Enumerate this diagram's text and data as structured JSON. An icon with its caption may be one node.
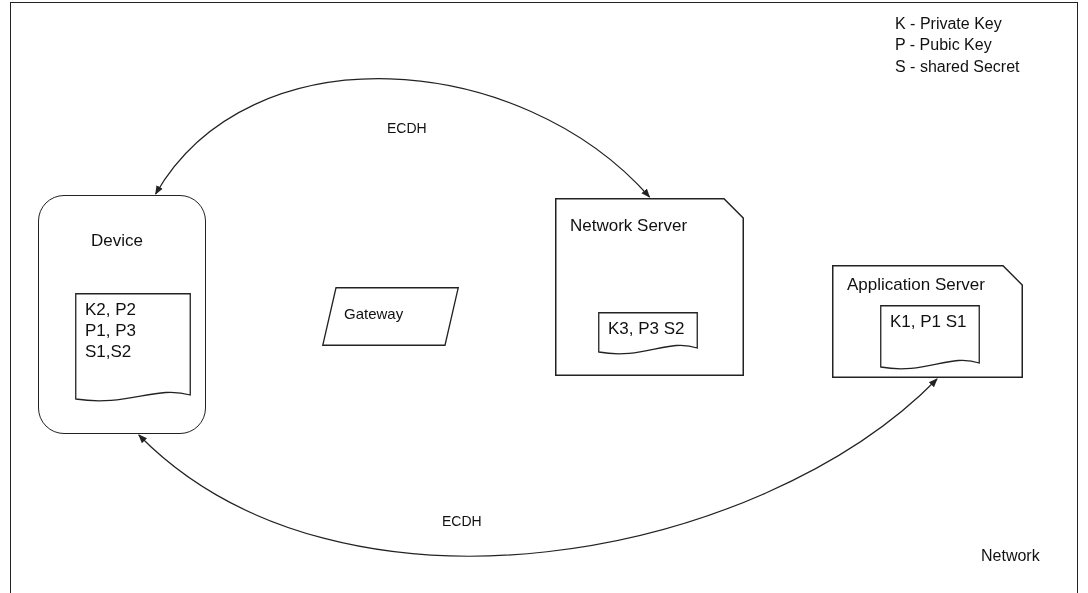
{
  "diagram": {
    "nodes": [
      {
        "text": [
          "Device"
        ]
      },
      {
        "text": [
          "K2, P2 P1, P3 S1,S2"
        ],
        "in": 0
      },
      {
        "text": [
          "Gateway"
        ]
      },
      {
        "text": [
          "Network Server"
        ]
      },
      {
        "text": [
          "K3, P3 S2"
        ],
        "in": 3
      },
      {
        "text": [
          "Application Server"
        ]
      },
      {
        "text": [
          "K1, P1 S1"
        ],
        "in": 5
      }
    ],
    "edges": [
      {
        "from": 0,
        "to": 3,
        "arrow": "both",
        "label": "ECDH"
      },
      {
        "from": 0,
        "to": 5,
        "arrow": "both",
        "label": "ECDH"
      }
    ],
    "labels": [
      "K - Private Key",
      "P - Pubic Key",
      "S - shared Secret",
      "Network"
    ]
  }
}
